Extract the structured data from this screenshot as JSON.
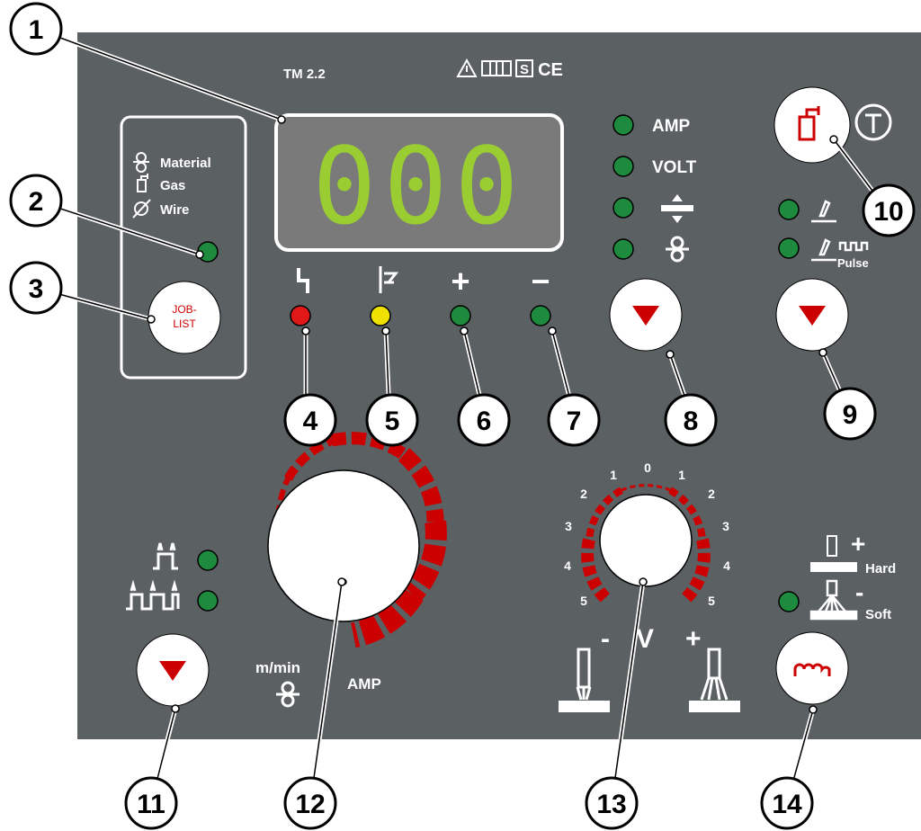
{
  "colors": {
    "panel": "#5b6063",
    "led_green": "#1d8a3e",
    "led_red": "#e01818",
    "led_yellow": "#f0e000",
    "display_digits": "#9acd32",
    "accent_red": "#cc0000"
  },
  "panel": {
    "model": "TM 2.2",
    "display_value": "000",
    "job_box": {
      "items": [
        "Material",
        "Gas",
        "Wire"
      ],
      "button_label_line1": "JOB-",
      "button_label_line2": "LIST"
    },
    "mode_leds": [
      "AMP",
      "VOLT"
    ],
    "pulse_label": "Pulse",
    "sign_plus": "+",
    "sign_minus": "−",
    "wire_speed_unit": "m/min",
    "current_unit": "AMP",
    "volt_symbol": "V",
    "volt_minus": "-",
    "volt_plus": "+",
    "volt_scale_left": [
      "2",
      "1",
      "3",
      "4",
      "5"
    ],
    "volt_scale_top": "0",
    "volt_scale_right": [
      "1",
      "2",
      "3",
      "4",
      "5"
    ],
    "choke_hard": "Hard",
    "choke_soft": "Soft",
    "choke_plus": "+",
    "choke_minus": "-"
  },
  "callouts": [
    "1",
    "2",
    "3",
    "4",
    "5",
    "6",
    "7",
    "8",
    "9",
    "10",
    "11",
    "12",
    "13",
    "14"
  ]
}
